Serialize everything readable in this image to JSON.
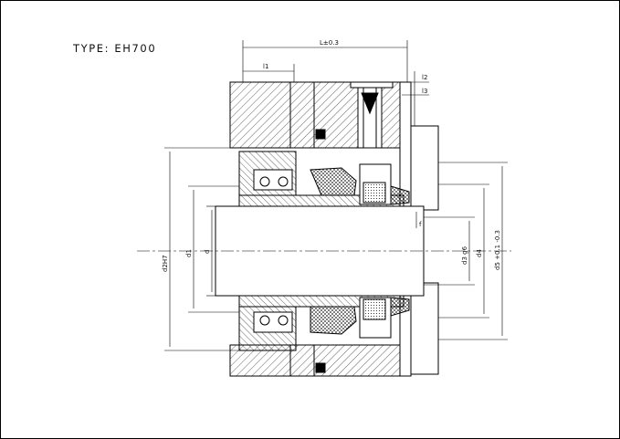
{
  "drawing": {
    "type_label": "TYPE: EH700"
  },
  "dimensions": {
    "overall_length": "L±0.3",
    "length_1": "l1",
    "length_2": "l2",
    "length_3": "l3",
    "clearance": "f",
    "diameter_2": "d2H7",
    "diameter_1": "d1",
    "diameter_shaft": "d",
    "diameter_3": "d3 g6",
    "diameter_4": "d4",
    "diameter_5": "d5 +0.1 -0.3"
  },
  "colors": {
    "line": "#000000",
    "background": "#ffffff"
  }
}
